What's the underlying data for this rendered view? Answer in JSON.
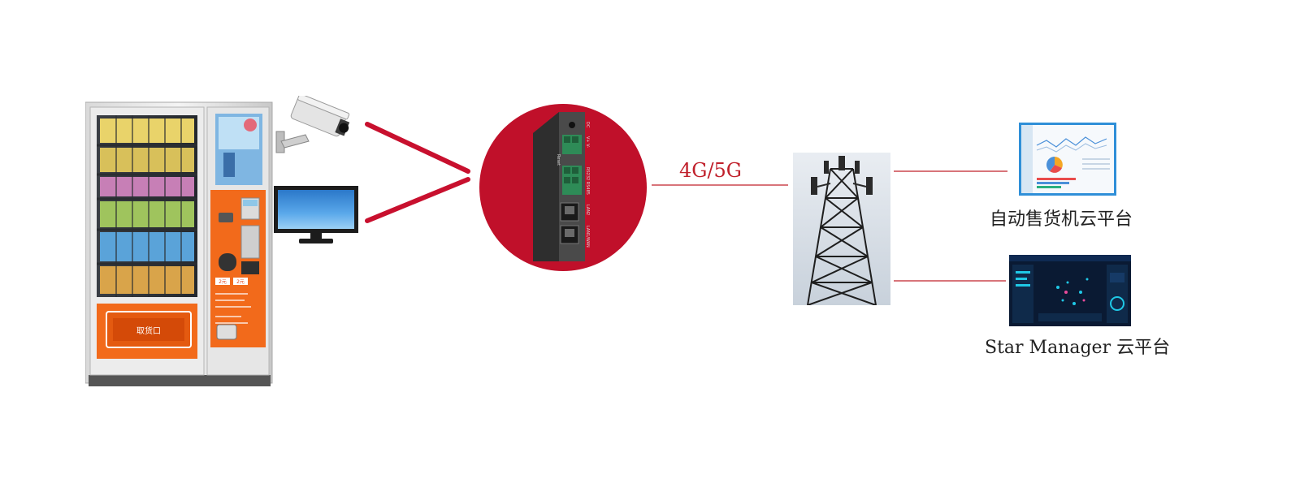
{
  "diagram": {
    "network_label": "4G/5G",
    "cloud_platforms": [
      {
        "label": "自动售货机云平台"
      },
      {
        "label": "Star Manager 云平台"
      }
    ],
    "vending_machine": {
      "slot_label": "取货口",
      "price_tags": [
        "2元",
        "2元"
      ]
    },
    "router": {
      "port_labels": [
        "DC",
        "V+ V-",
        "Reset",
        "RS232 RS485",
        "LAN2",
        "LAN1/WAN"
      ]
    },
    "colors": {
      "accent_red": "#c0102a",
      "line_red": "#c0202b",
      "machine_orange": "#f26a1b"
    }
  }
}
